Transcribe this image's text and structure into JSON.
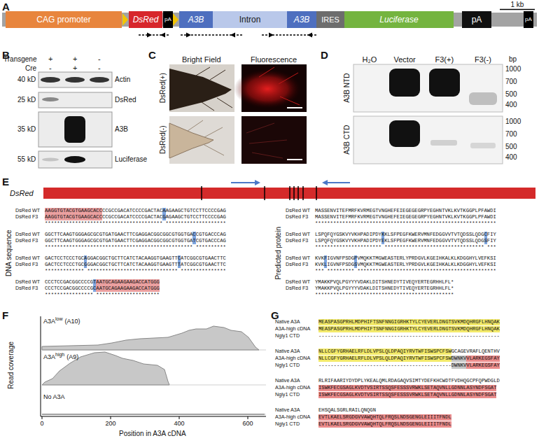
{
  "diagram": {
    "nodes": [
      {
        "text": [
          "CAG promoter"
        ]
      },
      {
        "text": [
          "DsRed"
        ]
      },
      {
        "text": [
          "pA"
        ]
      },
      {
        "text": [
          "A3B"
        ]
      },
      {
        "text": [
          "Intron"
        ]
      },
      {
        "text": [
          "A3B"
        ]
      },
      {
        "text": [
          "IRES"
        ]
      },
      {
        "text": [
          "Luciferase"
        ]
      },
      {
        "text": [
          "pA"
        ]
      },
      {
        "text": [
          "pA"
        ]
      }
    ],
    "labels": [
      "A",
      "1 kb",
      "B",
      "Transgene",
      "+",
      "+",
      "-",
      "Cre",
      "-",
      "+",
      "-",
      "40 kD",
      "Actin",
      "25 kD",
      "DsRed",
      "35 kD",
      "A3B",
      "55 kD",
      "Luciferase",
      "C",
      "Bright Field",
      "Fluorescence",
      "DsRed(+)",
      "DsRed(-)",
      "D",
      "H₂O",
      "Vector",
      "F3(+)",
      "F3(-)",
      "bp",
      "A3B NTD",
      "1000",
      "700",
      "500",
      "400",
      "A3B CTD",
      "1000",
      "700",
      "500",
      "400",
      "E",
      "DsRed",
      "DNA sequence",
      "Predicted protein",
      "DsRed WT",
      "AAGGTGTACGTGAAGCACCCCGCCGACATCCCCGACTACAAGAAGCTGTCCTTCCCCGAG",
      "DsRed F3",
      "AAGGTGTACGTGAAGCACCCCGCCGACATCCCCGACTACGAGAAGCTGTCCTTCCCCGAG",
      "*************************************** ********************",
      "DsRed WT",
      "GGCTTCAAGTGGGAGCGCGTGATGAACTTCGAGGACGGCGGCGTGGTGACCGTGACCCAG",
      "DsRed F3",
      "GGCTTCAAGTGGGAGCGCGTGATGAACTTCGAGGACGGCGGCGTGGTGATCGTGACCCAG",
      "************************************************* **********",
      "DsRed WT",
      "GACTCCTCCCTGCAGGACGGCTGCTTCATCTACAAGGTGAAGTTCATCGGCGTGAACTTC",
      "DsRed F3",
      "GACTCCTCCCTGCGGGACGGCTGCTTCATCTACAAGGTGAAGTTTATCGGCGTGAACTTC",
      "************* ****************************** ***************",
      "DsRed WT",
      "CCCTCCGACGGCCCCGTAATGCAGAAGAAGACCATGGG",
      "DsRed F3",
      "CCCTCCGACGGCCCCGCAATGCAGAAGAAGACCATGGG",
      "**************** *********************",
      "DsRed WT",
      "MASSENVITEFMRFKVRMEGTVNGHEFEIEGEGEGRPYEGHNTVKLKVTKGGPLPFAWDI",
      "DsRed F3",
      "MASSENVITEFMRFKVRMEGTVNGHEFEIEGEGEGRPYEGHNTVKLKVTKGGPLPFAWDI",
      "************************************************************",
      "DsRed WT",
      "LSPQFQYGSKVYVKHPADIPDYKKLSFPEGFKWERVMNFEDGGVVTVTQDSSLQDGCFIY",
      "DsRed F3",
      "LSPQFQYGSKVYVKHPADIPDYEKLSFPEGFKWERVMNFEDGGVVTVTQDSSLQDGSFIY",
      "********************** ********************************* ***",
      "DsRed WT",
      "KVKFIGVNFPSDGPVMQKKTMGWEASTERLYPRDGVLKGEIHKALKLKDGGHYLVEFKSI",
      "DsRed F3",
      "KVKLIGVNFPSDGSVMQKKTMGWEASTERLYPRDGVLKGEIHKALKLKDGGHYLVEFKSI",
      "*** ********* **********************************************",
      "DsRed WT",
      "YMAKKPVQLPGYYYVDAKLDITSHNEDYTIVEQYERTEGRHHLFL*",
      "DsRed F3",
      "YMAKKPVQLPGYYYVDAKLDITSHNEDYTIVEQYERTEGRHHLFL*",
      "**********************************************",
      "F",
      "A3A",
      "low",
      "(A10)",
      "A3A",
      "high",
      "(A9)",
      "No A3A",
      "Read coverage",
      "0",
      "200",
      "400",
      "600",
      "Position in A3A cDNA",
      "G",
      "Native A3A",
      "MEASPASGPRHLMDPHIFTSNFNNGIGRHKTYLCYEVERLDNGTSVKMDQHRGFLHNQAK",
      "A3A-high cDNA",
      "MEASPASGPRHLMDPHIFTSNFNNGIGRHKTYLCYEVERLDNGTSVKMDQHRGFLHNQAK",
      "Ngly1 CTD",
      "------------------------------------------------------------",
      "Native A3A",
      "NLLCGFYGRHAELRFLDLVPSLQLDPAQIYRVTWFISWSPCFSWGCAGEVRAFLQENTHV",
      "A3A-high cDNA",
      "NLLCGFYGRHAELRFLDLVPSLQLDPAQIYRVTWFISWSPCFSWDWNKVVLARKEGSFAY",
      "Ngly1 CTD",
      "--------------------------------------------DWNKVVLARKEGSFAY",
      "Native A3A",
      "RLRIFAARIYDYDPLYKEALQMLRDAGAQVSIMTYDEFKHCWDTFVDHQGCPFQPWDGLD",
      "A3A-high cDNA",
      "ISWKFECGSAGLKVDTVSIRTSSQSFESSSVRWKLSETAQVNLLGDNNLASYNDFSGAT",
      "Ngly1 CTD",
      "ISWKFECGSAGLKVDTVSIRTSSQSFESSSVRWKLSETAQVNLLGDNNLASYNDFSGAT",
      "Native A3A",
      "EHSQALSGRLRAILQNQGN",
      "A3A-high cDNA",
      "EVTLKAELSRGDGVVAWQHTQLFRQSLNDSGENGLEIIITFNDL",
      "Ngly1 CTD",
      "EVTLKAELSRGDGVVAWQHTQLFRQSLNDSGENGLEIIITFNDL"
    ]
  }
}
